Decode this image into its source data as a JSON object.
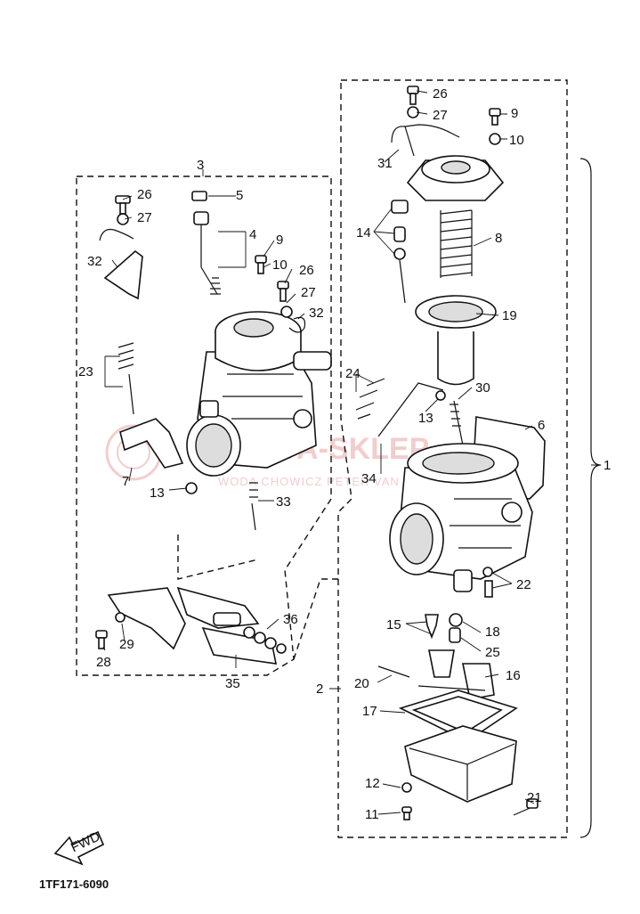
{
  "callouts": {
    "c1": "1",
    "c2": "2",
    "c3": "3",
    "c4": "4",
    "c5": "5",
    "c6": "6",
    "c7": "7",
    "c8": "8",
    "c9a": "9",
    "c9b": "9",
    "c10a": "10",
    "c10b": "10",
    "c11": "11",
    "c12": "12",
    "c13a": "13",
    "c13b": "13",
    "c14": "14",
    "c15": "15",
    "c16": "16",
    "c17": "17",
    "c18": "18",
    "c19": "19",
    "c20": "20",
    "c21": "21",
    "c22": "22",
    "c23": "23",
    "c24": "24",
    "c25": "25",
    "c26a": "26",
    "c26b": "26",
    "c26c": "26",
    "c27a": "27",
    "c27b": "27",
    "c27c": "27",
    "c28": "28",
    "c29": "29",
    "c30": "30",
    "c31": "31",
    "c32a": "32",
    "c32b": "32",
    "c33": "33",
    "c34": "34",
    "c35": "35",
    "c36": "36"
  },
  "watermark": {
    "main": "MOTA-SKLEP",
    "sub": "WODA CHOWICZ PETER VAN"
  },
  "fwd_badge": "FWD",
  "diagram_code": "1TF171-6090"
}
